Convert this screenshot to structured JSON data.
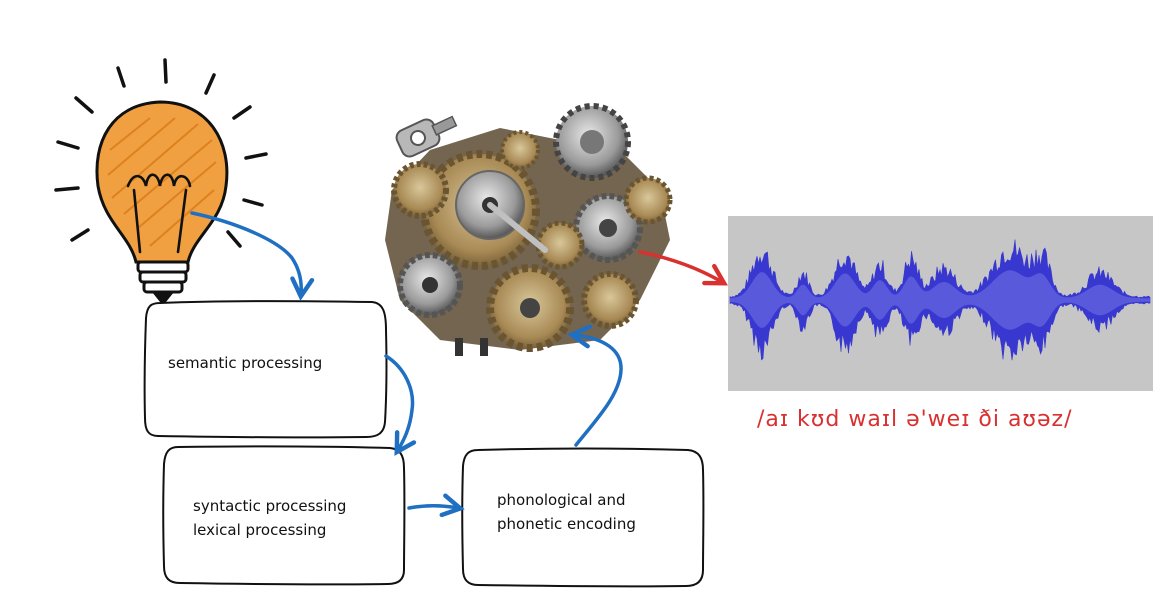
{
  "boxes": {
    "semantic": {
      "line1": "semantic processing"
    },
    "syntactic": {
      "line1": "syntactic processing",
      "line2": "lexical processing"
    },
    "phonological": {
      "line1": "phonological and",
      "line2": "phonetic encoding"
    }
  },
  "transcription": "/aɪ kʊd waɪl ə'weɪ ði aʊəz/",
  "colors": {
    "arrow_blue": "#1f6fc2",
    "arrow_red": "#d93030",
    "transcription": "#d93030",
    "waveform": "#3838d0",
    "waveform_bg": "#c6c6c6",
    "bulb_fill": "#f0a040"
  }
}
